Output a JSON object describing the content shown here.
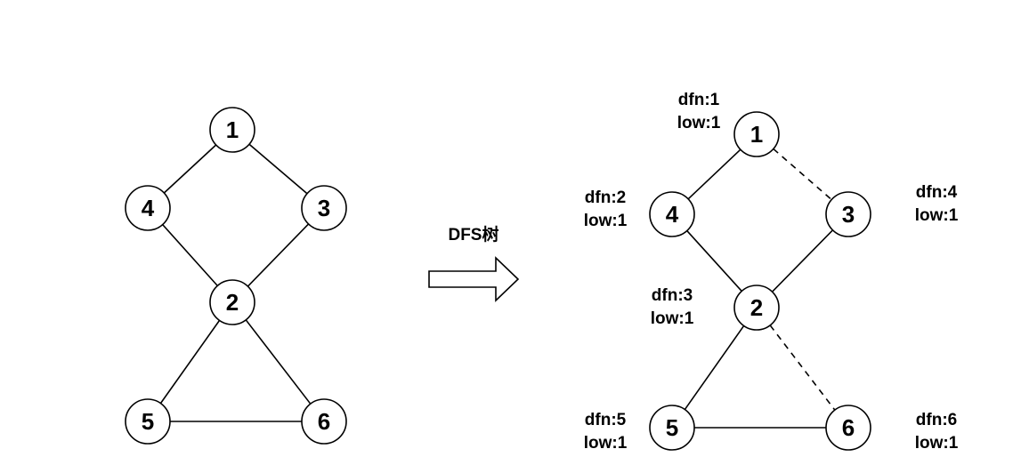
{
  "left_graph": {
    "nodes": [
      {
        "id": "1",
        "label": "1"
      },
      {
        "id": "4",
        "label": "4"
      },
      {
        "id": "3",
        "label": "3"
      },
      {
        "id": "2",
        "label": "2"
      },
      {
        "id": "5",
        "label": "5"
      },
      {
        "id": "6",
        "label": "6"
      }
    ],
    "edges": [
      {
        "from": "1",
        "to": "4",
        "style": "solid"
      },
      {
        "from": "1",
        "to": "3",
        "style": "solid"
      },
      {
        "from": "4",
        "to": "2",
        "style": "solid"
      },
      {
        "from": "3",
        "to": "2",
        "style": "solid"
      },
      {
        "from": "2",
        "to": "5",
        "style": "solid"
      },
      {
        "from": "2",
        "to": "6",
        "style": "solid"
      },
      {
        "from": "5",
        "to": "6",
        "style": "solid"
      }
    ]
  },
  "arrow": {
    "label": "DFS树"
  },
  "right_graph": {
    "nodes": [
      {
        "id": "1",
        "label": "1",
        "dfn": "dfn:1",
        "low": "low:1"
      },
      {
        "id": "4",
        "label": "4",
        "dfn": "dfn:2",
        "low": "low:1"
      },
      {
        "id": "3",
        "label": "3",
        "dfn": "dfn:4",
        "low": "low:1"
      },
      {
        "id": "2",
        "label": "2",
        "dfn": "dfn:3",
        "low": "low:1"
      },
      {
        "id": "5",
        "label": "5",
        "dfn": "dfn:5",
        "low": "low:1"
      },
      {
        "id": "6",
        "label": "6",
        "dfn": "dfn:6",
        "low": "low:1"
      }
    ],
    "edges": [
      {
        "from": "1",
        "to": "4",
        "style": "solid"
      },
      {
        "from": "1",
        "to": "3",
        "style": "dashed"
      },
      {
        "from": "4",
        "to": "2",
        "style": "solid"
      },
      {
        "from": "3",
        "to": "2",
        "style": "solid"
      },
      {
        "from": "2",
        "to": "5",
        "style": "solid"
      },
      {
        "from": "2",
        "to": "6",
        "style": "dashed"
      },
      {
        "from": "5",
        "to": "6",
        "style": "solid"
      }
    ]
  }
}
